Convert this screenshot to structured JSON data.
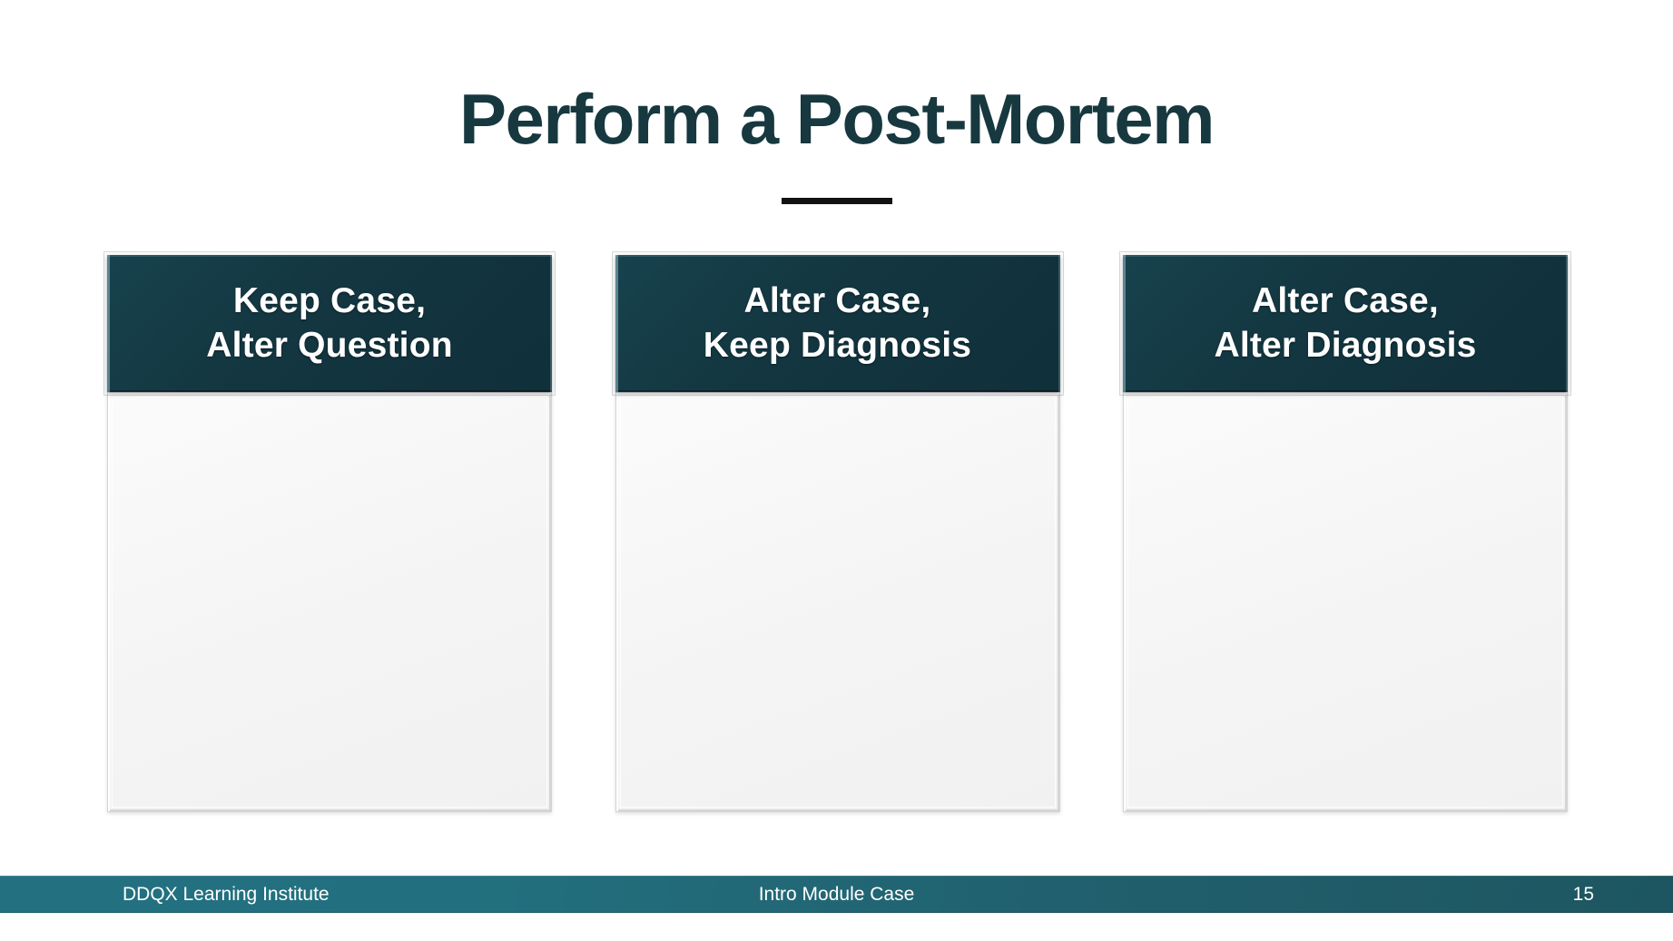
{
  "slide": {
    "title": "Perform a Post-Mortem",
    "title_color": "#17383f",
    "accent_rule_color": "#121212",
    "background_color": "#ffffff"
  },
  "columns": [
    {
      "header": "Keep Case,\nAlter Question",
      "header_bg_color": "#133640",
      "header_text_color": "#ffffff",
      "body": "",
      "body_bg_color": "#f4f4f4"
    },
    {
      "header": "Alter Case,\nKeep Diagnosis",
      "header_bg_color": "#133640",
      "header_text_color": "#ffffff",
      "body": "",
      "body_bg_color": "#f4f4f4"
    },
    {
      "header": "Alter Case,\nAlter Diagnosis",
      "header_bg_color": "#133640",
      "header_text_color": "#ffffff",
      "body": "",
      "body_bg_color": "#f4f4f4"
    }
  ],
  "footer": {
    "organization": "DDQX Learning Institute",
    "section": "Intro Module Case",
    "page_number": "15",
    "bar_color_left": "#22707f",
    "bar_color_right": "#1d5660",
    "text_color": "#ffffff"
  }
}
